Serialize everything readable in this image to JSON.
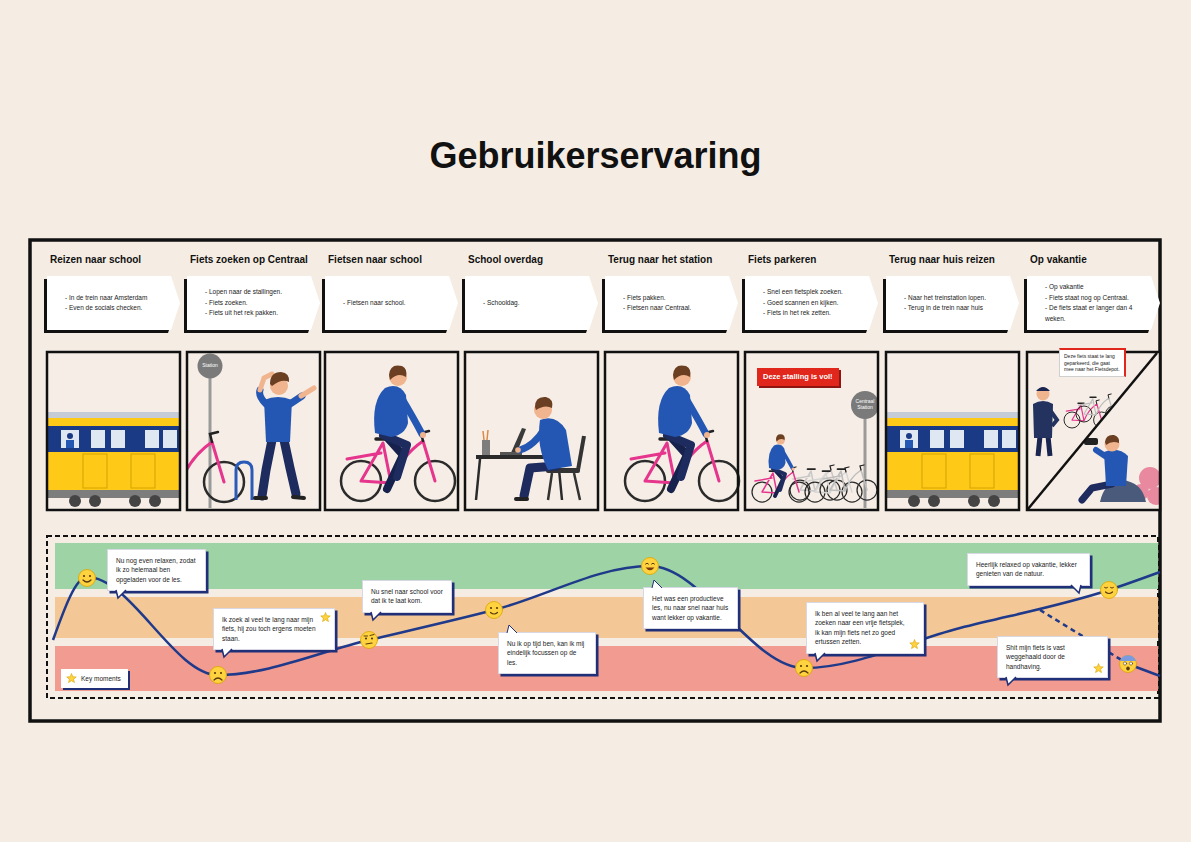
{
  "diagram": {
    "title": "Gebruikerservaring",
    "nodes": [
      {
        "text": [
          "Reizen naar school",
          "- In de trein naar Amsterdam",
          "- Even de socials checken."
        ]
      },
      {
        "text": [
          "Fiets zoeken op Centraal",
          "- Lopen naar de stallingen.",
          "- Fiets zoeken.",
          "- Fiets uit het rek pakken."
        ]
      },
      {
        "text": [
          "Fietsen naar school",
          "- Fietsen naar school."
        ]
      },
      {
        "text": [
          "School overdag",
          "- Schooldag."
        ]
      },
      {
        "text": [
          "Terug naar het station",
          "- Fiets pakken.",
          "- Fietsen naar Centraal."
        ]
      },
      {
        "text": [
          "Fiets parkeren",
          "- Snel een fietsplek zoeken.",
          "- Goed scannen en kijken.",
          "- Fiets in het rek zetten."
        ]
      },
      {
        "text": [
          "Terug naar huis reizen",
          "- Naar het treinstation lopen.",
          "- Terug in de trein naar huis"
        ]
      },
      {
        "text": [
          "Op vakantie",
          "- Op vakantie",
          "- Fiets staat nog op Centraal.",
          "- De fiets staat er langer dan 4 weken."
        ]
      },
      {
        "text": [
          "Deze stalling is vol!"
        ]
      },
      {
        "text": [
          "Deze fiets staat te lang geparkeerd, die gaat mee naar het Fietsdepot."
        ]
      },
      {
        "text": [
          "Nu nog even relaxen, zodat ik zo helemaal ben opgeladen voor de les."
        ]
      },
      {
        "text": [
          "Ik zoek al veel te lang naar mijn fiets, hij zou toch ergens moeten staan."
        ]
      },
      {
        "text": [
          "Nu snel naar school voor dat ik te laat kom."
        ]
      },
      {
        "text": [
          "Nu ik op tijd ben, kan ik mij eindelijk focussen op de les."
        ]
      },
      {
        "text": [
          "Het was een productieve les, nu naar snel naar huis want lekker op vakantie."
        ]
      },
      {
        "text": [
          "Ik ben al veel te lang aan het zoeken naar een vrije fietsplek, ik kan mijn fiets net zo goed ertussen zetten."
        ]
      },
      {
        "text": [
          "Heerlijk relaxed op vakantie, lekker genieten van de natuur."
        ]
      },
      {
        "text": [
          "Shit mijn fiets is vast weggehaald door de handhaving."
        ]
      }
    ],
    "labels": [
      "Station",
      "Centraal Station"
    ],
    "legend": [
      {
        "text": "Key moments"
      }
    ]
  }
}
